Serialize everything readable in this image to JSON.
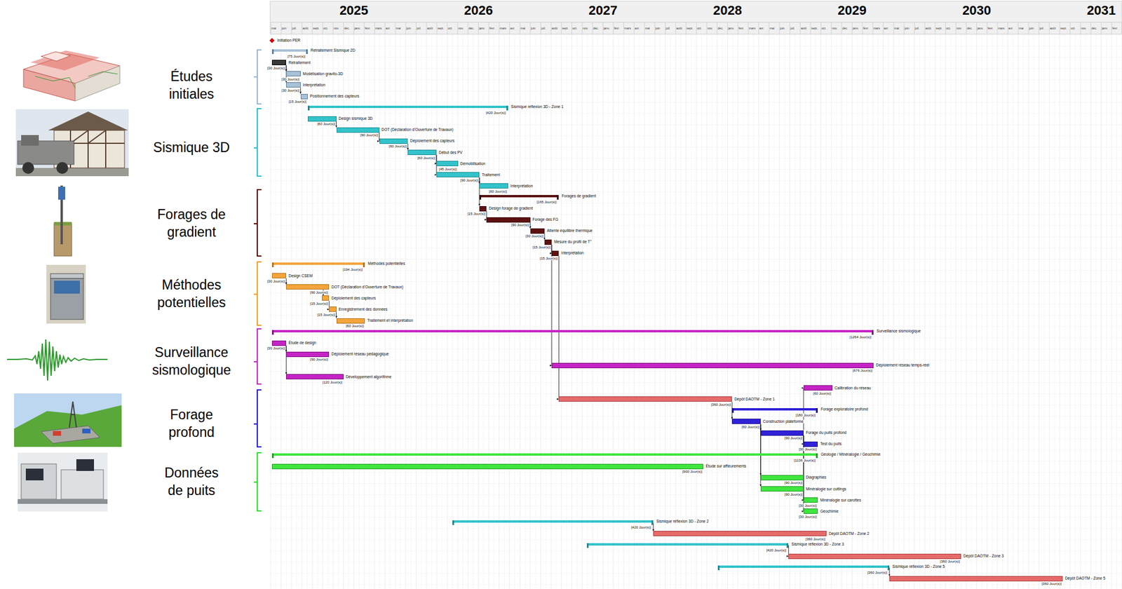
{
  "diagram": {
    "nodes": [
      {
        "text": [
          "Initiation PER"
        ]
      },
      {
        "text": [
          "Retraitement Sismique 2D",
          "[75 Jour(s)]"
        ]
      },
      {
        "text": [
          "Retraitement",
          "[30 Jour(s)]"
        ]
      },
      {
        "text": [
          "Modélisation gravito-3D",
          "[30 Jour(s)]"
        ]
      },
      {
        "text": [
          "Interprétation",
          "[30 Jour(s)]"
        ]
      },
      {
        "text": [
          "Positionnement des capteurs",
          "[15 Jour(s)]"
        ]
      },
      {
        "text": [
          "Sismique réflexion 3D - Zone 1",
          "[420 Jour(s)]"
        ]
      },
      {
        "text": [
          "Design sismique 3D",
          "[60 Jour(s)]"
        ]
      },
      {
        "text": [
          "DOT (Déclaration d'Ouverture de Travaux)",
          "[90 Jour(s)]"
        ]
      },
      {
        "text": [
          "Déploiement des capteurs",
          "[60 Jour(s)]"
        ]
      },
      {
        "text": [
          "Début des PV",
          "[60 Jour(s)]"
        ]
      },
      {
        "text": [
          "Démobilisation",
          "[45 Jour(s)]"
        ]
      },
      {
        "text": [
          "Traitement",
          "[90 Jour(s)]"
        ]
      },
      {
        "text": [
          "Interprétation",
          "[60 Jour(s)]"
        ]
      },
      {
        "text": [
          "Forages de gradient",
          "[165 Jour(s)]"
        ]
      },
      {
        "text": [
          "Design forage de gradient",
          "[15 Jour(s)]"
        ]
      },
      {
        "text": [
          "Forage des FG",
          "[90 Jour(s)]"
        ]
      },
      {
        "text": [
          "Attente équilibre thermique",
          "[30 Jour(s)]"
        ]
      },
      {
        "text": [
          "Mesure du profil de T°",
          "[15 Jour(s)]"
        ]
      },
      {
        "text": [
          "Interprétation",
          "[15 Jour(s)]"
        ]
      },
      {
        "text": [
          "Méthodes potentielles",
          "[194 Jour(s)]"
        ]
      },
      {
        "text": [
          "Design CSEM",
          "[30 Jour(s)]"
        ]
      },
      {
        "text": [
          "DOT (Déclaration d'Ouverture de Travaux)",
          "[90 Jour(s)]"
        ]
      },
      {
        "text": [
          "Déploiement des capteurs",
          "[15 Jour(s)]"
        ]
      },
      {
        "text": [
          "Enregistrement des données",
          "[15 Jour(s)]"
        ]
      },
      {
        "text": [
          "Traitement et interprétation",
          "[60 Jour(s)]"
        ]
      },
      {
        "text": [
          "Surveillance sismologique",
          "[1264 Jour(s)]"
        ]
      },
      {
        "text": [
          "Étude de design",
          "[30 Jour(s)]"
        ]
      },
      {
        "text": [
          "Déploiement réseau pédagogique",
          "[90 Jour(s)]"
        ]
      },
      {
        "text": [
          "Déploiement réseau temps-réel",
          "[676 Jour(s)]"
        ]
      },
      {
        "text": [
          "Développement algorithme",
          "[120 Jour(s)]"
        ]
      },
      {
        "text": [
          "Calibration du réseau",
          "[60 Jour(s)]"
        ]
      },
      {
        "text": [
          "Dépôt DAOTM - Zone 1",
          "[360 Jour(s)]"
        ]
      },
      {
        "text": [
          "Forage exploratoire profond",
          "[180 Jour(s)]"
        ]
      },
      {
        "text": [
          "Construction plateforme",
          "[60 Jour(s)]"
        ]
      },
      {
        "text": [
          "Forage du puits profond",
          "[90 Jour(s)]"
        ]
      },
      {
        "text": [
          "Test du puits",
          "[30 Jour(s)]"
        ]
      },
      {
        "text": [
          "Géologie / Minéralogie / Géochimie",
          "[1136 Jour(s)]"
        ]
      },
      {
        "text": [
          "Étude sur affleurements",
          "[900 Jour(s)]"
        ]
      },
      {
        "text": [
          "Diagraphies",
          "[90 Jour(s)]"
        ]
      },
      {
        "text": [
          "Minéralogie sur cuttings",
          "[90 Jour(s)]"
        ]
      },
      {
        "text": [
          "Minéralogie sur carottes",
          "[30 Jour(s)]"
        ]
      },
      {
        "text": [
          "Géochimie",
          "[30 Jour(s)]"
        ]
      },
      {
        "text": [
          "Sismique réflexion 3D - Zone 2",
          "[420 Jour(s)]"
        ]
      },
      {
        "text": [
          "Dépôt DAOTM - Zone 2",
          "[360 Jour(s)]"
        ]
      },
      {
        "text": [
          "Sismique réflexion 3D - Zone 3",
          "[420 Jour(s)]"
        ]
      },
      {
        "text": [
          "Dépôt DAOTM - Zone 3",
          "[360 Jour(s)]"
        ]
      },
      {
        "text": [
          "Sismique réflexion 3D - Zone 5",
          "[360 Jour(s)]"
        ]
      },
      {
        "text": [
          "Dépôt DAOTM - Zone 5",
          "[360 Jour(s)]"
        ]
      }
    ],
    "edges": [
      {
        "from": 2,
        "to": 3,
        "arrow": "to"
      },
      {
        "from": 2,
        "to": 4,
        "arrow": "to"
      },
      {
        "from": 4,
        "to": 5,
        "arrow": "to"
      },
      {
        "from": 7,
        "to": 8,
        "arrow": "to"
      },
      {
        "from": 8,
        "to": 9,
        "arrow": "to"
      },
      {
        "from": 9,
        "to": 10,
        "arrow": "to"
      },
      {
        "from": 10,
        "to": 11,
        "arrow": "to"
      },
      {
        "from": 10,
        "to": 12,
        "arrow": "to"
      },
      {
        "from": 12,
        "to": 13,
        "arrow": "to"
      },
      {
        "from": 12,
        "to": 15,
        "arrow": "to"
      },
      {
        "from": 15,
        "to": 16,
        "arrow": "to"
      },
      {
        "from": 16,
        "to": 17,
        "arrow": "to"
      },
      {
        "from": 17,
        "to": 18,
        "arrow": "to"
      },
      {
        "from": 18,
        "to": 19,
        "arrow": "to"
      },
      {
        "from": 18,
        "to": 29,
        "arrow": "to"
      },
      {
        "from": 19,
        "to": 32,
        "arrow": "to"
      },
      {
        "from": 21,
        "to": 22,
        "arrow": "to"
      },
      {
        "from": 22,
        "to": 23,
        "arrow": "to"
      },
      {
        "from": 23,
        "to": 24,
        "arrow": "to"
      },
      {
        "from": 24,
        "to": 25,
        "arrow": "to"
      },
      {
        "from": 27,
        "to": 28,
        "arrow": "to"
      },
      {
        "from": 27,
        "to": 30,
        "arrow": "to"
      },
      {
        "from": 32,
        "to": 34,
        "arrow": "to"
      },
      {
        "from": 34,
        "to": 35,
        "arrow": "to"
      },
      {
        "from": 35,
        "to": 36,
        "arrow": "to"
      },
      {
        "from": 34,
        "to": 39,
        "arrow": "to"
      },
      {
        "from": 34,
        "to": 40,
        "arrow": "to"
      },
      {
        "from": 35,
        "to": 41,
        "arrow": "to"
      },
      {
        "from": 35,
        "to": 42,
        "arrow": "to"
      },
      {
        "from": 35,
        "to": 31,
        "arrow": "to"
      },
      {
        "from": 43,
        "to": 44,
        "arrow": "to"
      },
      {
        "from": 45,
        "to": 46,
        "arrow": "to"
      },
      {
        "from": 47,
        "to": 48,
        "arrow": "to"
      }
    ],
    "labels": [
      "2025",
      "2026",
      "2027",
      "2028",
      "2029",
      "2030",
      "2031",
      "mai",
      "juin",
      "juil.",
      "août",
      "sept.",
      "oct.",
      "nov.",
      "déc.",
      "janv.",
      "févr.",
      "mars",
      "avr.",
      "mai",
      "juin",
      "juil.",
      "août",
      "sept.",
      "oct.",
      "nov.",
      "déc.",
      "janv.",
      "févr.",
      "mars",
      "avr.",
      "mai",
      "juin",
      "juil.",
      "août",
      "sept.",
      "oct.",
      "nov.",
      "déc.",
      "janv.",
      "févr.",
      "mars",
      "avr.",
      "mai",
      "juin",
      "juil.",
      "août",
      "sept.",
      "oct.",
      "nov.",
      "déc.",
      "janv.",
      "févr.",
      "mars",
      "avr.",
      "mai",
      "juin",
      "juil.",
      "août",
      "sept.",
      "oct.",
      "nov.",
      "déc.",
      "janv.",
      "févr.",
      "mars",
      "avr.",
      "mai",
      "juin",
      "juil.",
      "août",
      "sept.",
      "oct.",
      "nov.",
      "déc.",
      "janv.",
      "févr.",
      "mars",
      "avr.",
      "mai",
      "juin",
      "juil.",
      "août",
      "sept.",
      "oct.",
      "nov.",
      "déc.",
      "janv.",
      "févr.",
      "Études initiales",
      "Sismique 3D",
      "Forages de gradient",
      "Méthodes potentielles",
      "Surveillance sismologique",
      "Forage profond",
      "Données de puits"
    ]
  }
}
